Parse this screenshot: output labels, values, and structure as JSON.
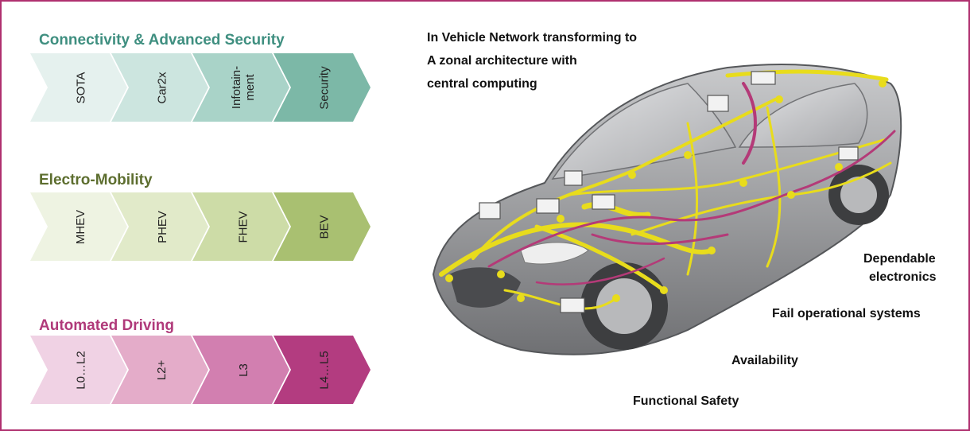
{
  "headline": {
    "line1": "In Vehicle Network transforming to",
    "line2": "A zonal architecture with",
    "line3": "central computing"
  },
  "sections": [
    {
      "title": "Connectivity & Advanced Security",
      "title_color": "#3f8f80",
      "steps": [
        "SOTA",
        "Car2x",
        "Infotain-\nment",
        "Security"
      ],
      "colors": [
        "#e5f1ee",
        "#cce5df",
        "#a9d3c8",
        "#7cb8a7"
      ]
    },
    {
      "title": "Electro-Mobility",
      "title_color": "#5d6e2f",
      "steps": [
        "MHEV",
        "PHEV",
        "FHEV",
        "BEV"
      ],
      "colors": [
        "#eef3e2",
        "#e1eac9",
        "#cddca7",
        "#a9c071"
      ]
    },
    {
      "title": "Automated Driving",
      "title_color": "#b03a7a",
      "steps": [
        "L0…L2",
        "L2+",
        "L3",
        "L4…L5"
      ],
      "colors": [
        "#f0d2e4",
        "#e4acc9",
        "#d27fb0",
        "#b33c80"
      ]
    }
  ],
  "attributes": {
    "dependable_1": "Dependable",
    "dependable_2": "electronics",
    "fail_operational": "Fail operational systems",
    "availability": "Availability",
    "functional_safety": "Functional Safety"
  },
  "colors": {
    "border": "#b0306f",
    "wire_yellow": "#e8dc1c",
    "wire_magenta": "#b43a78",
    "car_body": "#9a9b9d"
  },
  "icons": {
    "car": "vehicle-wiring-illustration"
  }
}
